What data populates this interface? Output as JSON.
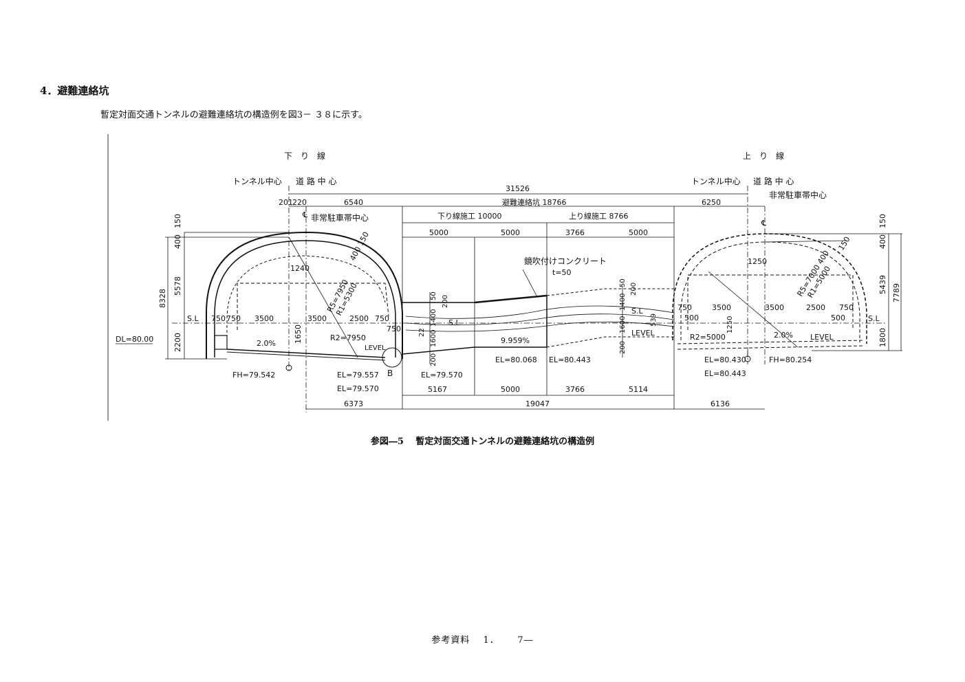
{
  "section": {
    "heading": "4．避難連絡坑",
    "lead": "暫定対面交通トンネルの避難連絡坑の構造例を図3－ ３８に示す。"
  },
  "figure": {
    "caption": "参図―5　 暫定対面交通トンネルの避難連絡坑の構造例",
    "labels": {
      "down_line": "下　り　線",
      "up_line": "上　り　線",
      "tunnel_center_left": "トンネル中心",
      "road_center_left": "道 路 中 心",
      "tunnel_center_right": "トンネル中心",
      "road_center_right": "道 路 中 心",
      "emergency_left": "非常駐車帯中心",
      "emergency_right": "非常駐車帯中心",
      "cl_symbol": "℄",
      "total_width": "31526",
      "dim_201": "201",
      "dim_220": "220",
      "dim_6540": "6540",
      "escape_shaft": "避難連絡坑 18766",
      "dim_6250": "6250",
      "down_construction": "下り線施工 10000",
      "up_construction": "上り線施工 8766",
      "dim_5000_a": "5000",
      "dim_5000_b": "5000",
      "dim_3766_top": "3766",
      "dim_5000_c": "5000",
      "shotcrete": "鏡吹付けコンクリート",
      "thickness": "t=50",
      "left_v150": "150",
      "left_v400": "400",
      "left_v5578": "5578",
      "left_v8328": "8328",
      "left_v2200": "2200",
      "dl": "DL=80.00",
      "sl_left": "S.L",
      "d750_1": "750",
      "d750_2": "750",
      "d3500_1": "3500",
      "d3500_2": "3500",
      "d2500_1": "2500",
      "d750_3": "750",
      "d750_4": "750",
      "d1240": "1240",
      "d1650": "1650",
      "grade_left": "2.0%",
      "r5_left": "R5=7950",
      "r1_left": "R1=5300",
      "r2_left": "R2=7950",
      "d400_150_left": "400   150",
      "level_left": "LEVEL",
      "fh_left": "FH=79.542",
      "el_79557": "EL=79.557",
      "el_79570_a": "EL=79.570",
      "el_79570_b": "EL=79.570",
      "mark_b": "B",
      "v50": "50",
      "v200a": "200",
      "v1400a": "1400",
      "v1600a": "1600",
      "v200b": "200",
      "v22": "22",
      "sl_mid": "S.L",
      "slope": "9.959%",
      "el_80068": "EL=80.068",
      "el_80443_a": "EL=80.443",
      "v50b": "50",
      "v200c": "200",
      "v1400b": "1400",
      "v1600b": "1600",
      "v200d": "200",
      "sl_right_inner": "S.L",
      "v539": "539",
      "level_mid": "LEVEL",
      "r750_1": "750",
      "r500_1": "500",
      "r3500_1": "3500",
      "r3500_2": "3500",
      "r2500": "2500",
      "r750_2": "750",
      "r500_2": "500",
      "sl_right": "S.L",
      "r1250": "1250",
      "r1250b": "1250",
      "r2_right": "R2=5000",
      "r5_right": "R5=7000 400",
      "r1_right": "R1=5000",
      "r150": "150",
      "grade_right": "2.0%",
      "level_right": "LEVEL",
      "el_80430": "EL=80.430",
      "el_80443_b": "EL=80.443",
      "fh_right": "FH=80.254",
      "right_v150": "150",
      "right_v400": "400",
      "right_v5439": "5439",
      "right_v7789": "7789",
      "right_v1800": "1800",
      "b5167": "5167",
      "b5000": "5000",
      "b3766": "3766",
      "b5114": "5114",
      "b6373": "6373",
      "b19047": "19047",
      "b6136": "6136"
    }
  },
  "footer": {
    "text": "参考資料　 1．　　 7―"
  }
}
